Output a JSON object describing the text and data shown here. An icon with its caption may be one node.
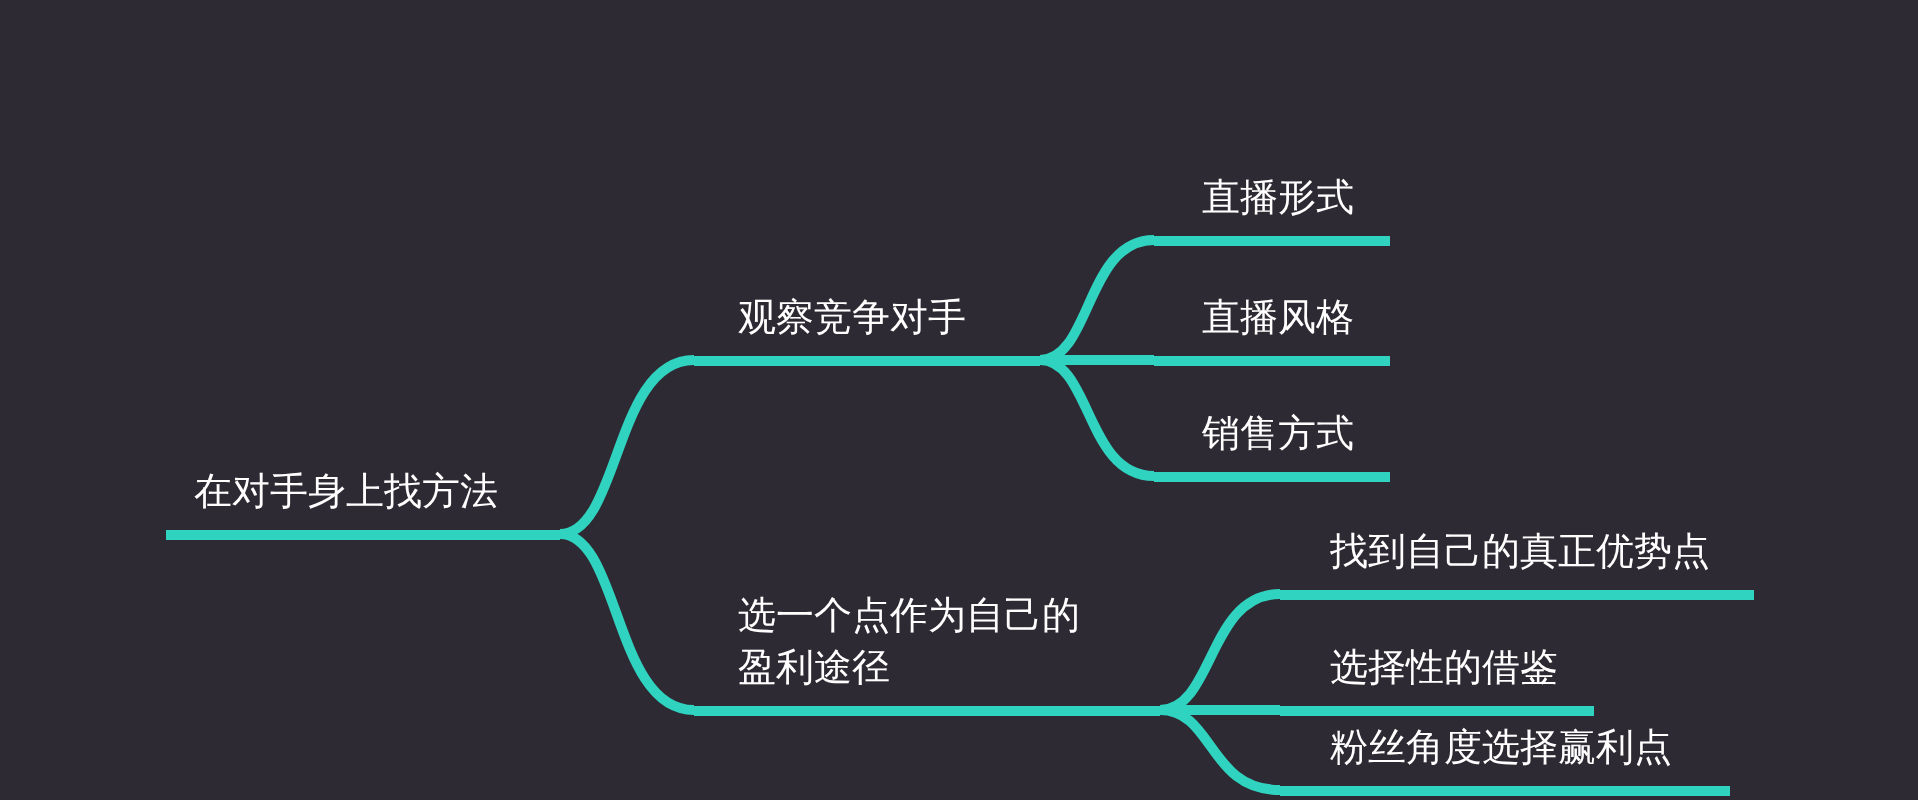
{
  "diagram": {
    "nodes": [
      {
        "text": [
          "在对手身上找方法"
        ]
      },
      {
        "text": [
          "观察竞争对手"
        ]
      },
      {
        "text": [
          "直播形式"
        ]
      },
      {
        "text": [
          "直播风格"
        ]
      },
      {
        "text": [
          "销售方式"
        ]
      },
      {
        "text": [
          "选一个点作为自己的盈利途径"
        ]
      },
      {
        "text": [
          "找到自己的真正优势点"
        ]
      },
      {
        "text": [
          "选择性的借鉴"
        ]
      },
      {
        "text": [
          "粉丝角度选择赢利点"
        ]
      }
    ],
    "edges": [
      {
        "from": 0,
        "to": 1,
        "arrow": "none"
      },
      {
        "from": 0,
        "to": 5,
        "arrow": "none"
      },
      {
        "from": 1,
        "to": 2,
        "arrow": "none"
      },
      {
        "from": 1,
        "to": 3,
        "arrow": "none"
      },
      {
        "from": 1,
        "to": 4,
        "arrow": "none"
      },
      {
        "from": 5,
        "to": 6,
        "arrow": "none"
      },
      {
        "from": 5,
        "to": 7,
        "arrow": "none"
      },
      {
        "from": 5,
        "to": 8,
        "arrow": "none"
      }
    ]
  }
}
